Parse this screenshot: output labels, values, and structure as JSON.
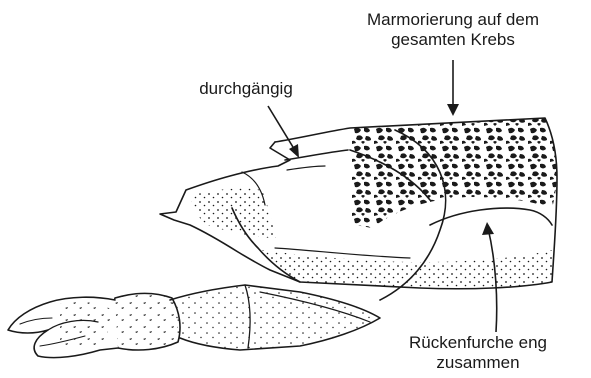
{
  "labels": {
    "marmorierung": {
      "line1": "Marmorierung auf dem",
      "line2": "gesamten Krebs"
    },
    "durchgaengig": "durchgängig",
    "rueckenfurche": {
      "line1": "Rückenfurche eng",
      "line2": "zusammen"
    }
  },
  "colors": {
    "ink": "#1a1a1a",
    "background": "#ffffff"
  }
}
